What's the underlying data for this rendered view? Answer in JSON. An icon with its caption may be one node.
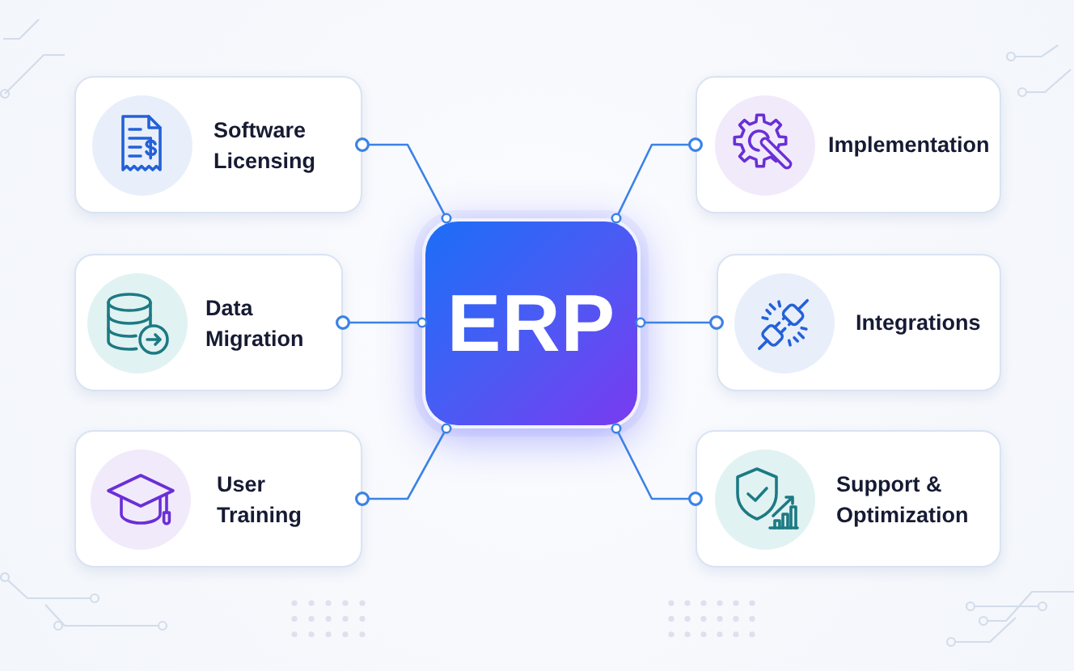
{
  "diagram": {
    "nodes": [
      {
        "text": [
          "Software Licensing"
        ]
      },
      {
        "text": [
          "Implementation"
        ]
      },
      {
        "text": [
          "Data Migration"
        ]
      },
      {
        "text": [
          "ERP"
        ]
      },
      {
        "text": [
          "Integrations"
        ]
      },
      {
        "text": [
          "User Training"
        ]
      },
      {
        "text": [
          "Support & Optimization"
        ]
      }
    ],
    "edges": [
      {
        "from": 3,
        "to": 0,
        "arrow": "other"
      },
      {
        "from": 3,
        "to": 1,
        "arrow": "other"
      },
      {
        "from": 3,
        "to": 2,
        "arrow": "other"
      },
      {
        "from": 3,
        "to": 4,
        "arrow": "other"
      },
      {
        "from": 3,
        "to": 5,
        "arrow": "other"
      },
      {
        "from": 3,
        "to": 6,
        "arrow": "other"
      }
    ]
  }
}
